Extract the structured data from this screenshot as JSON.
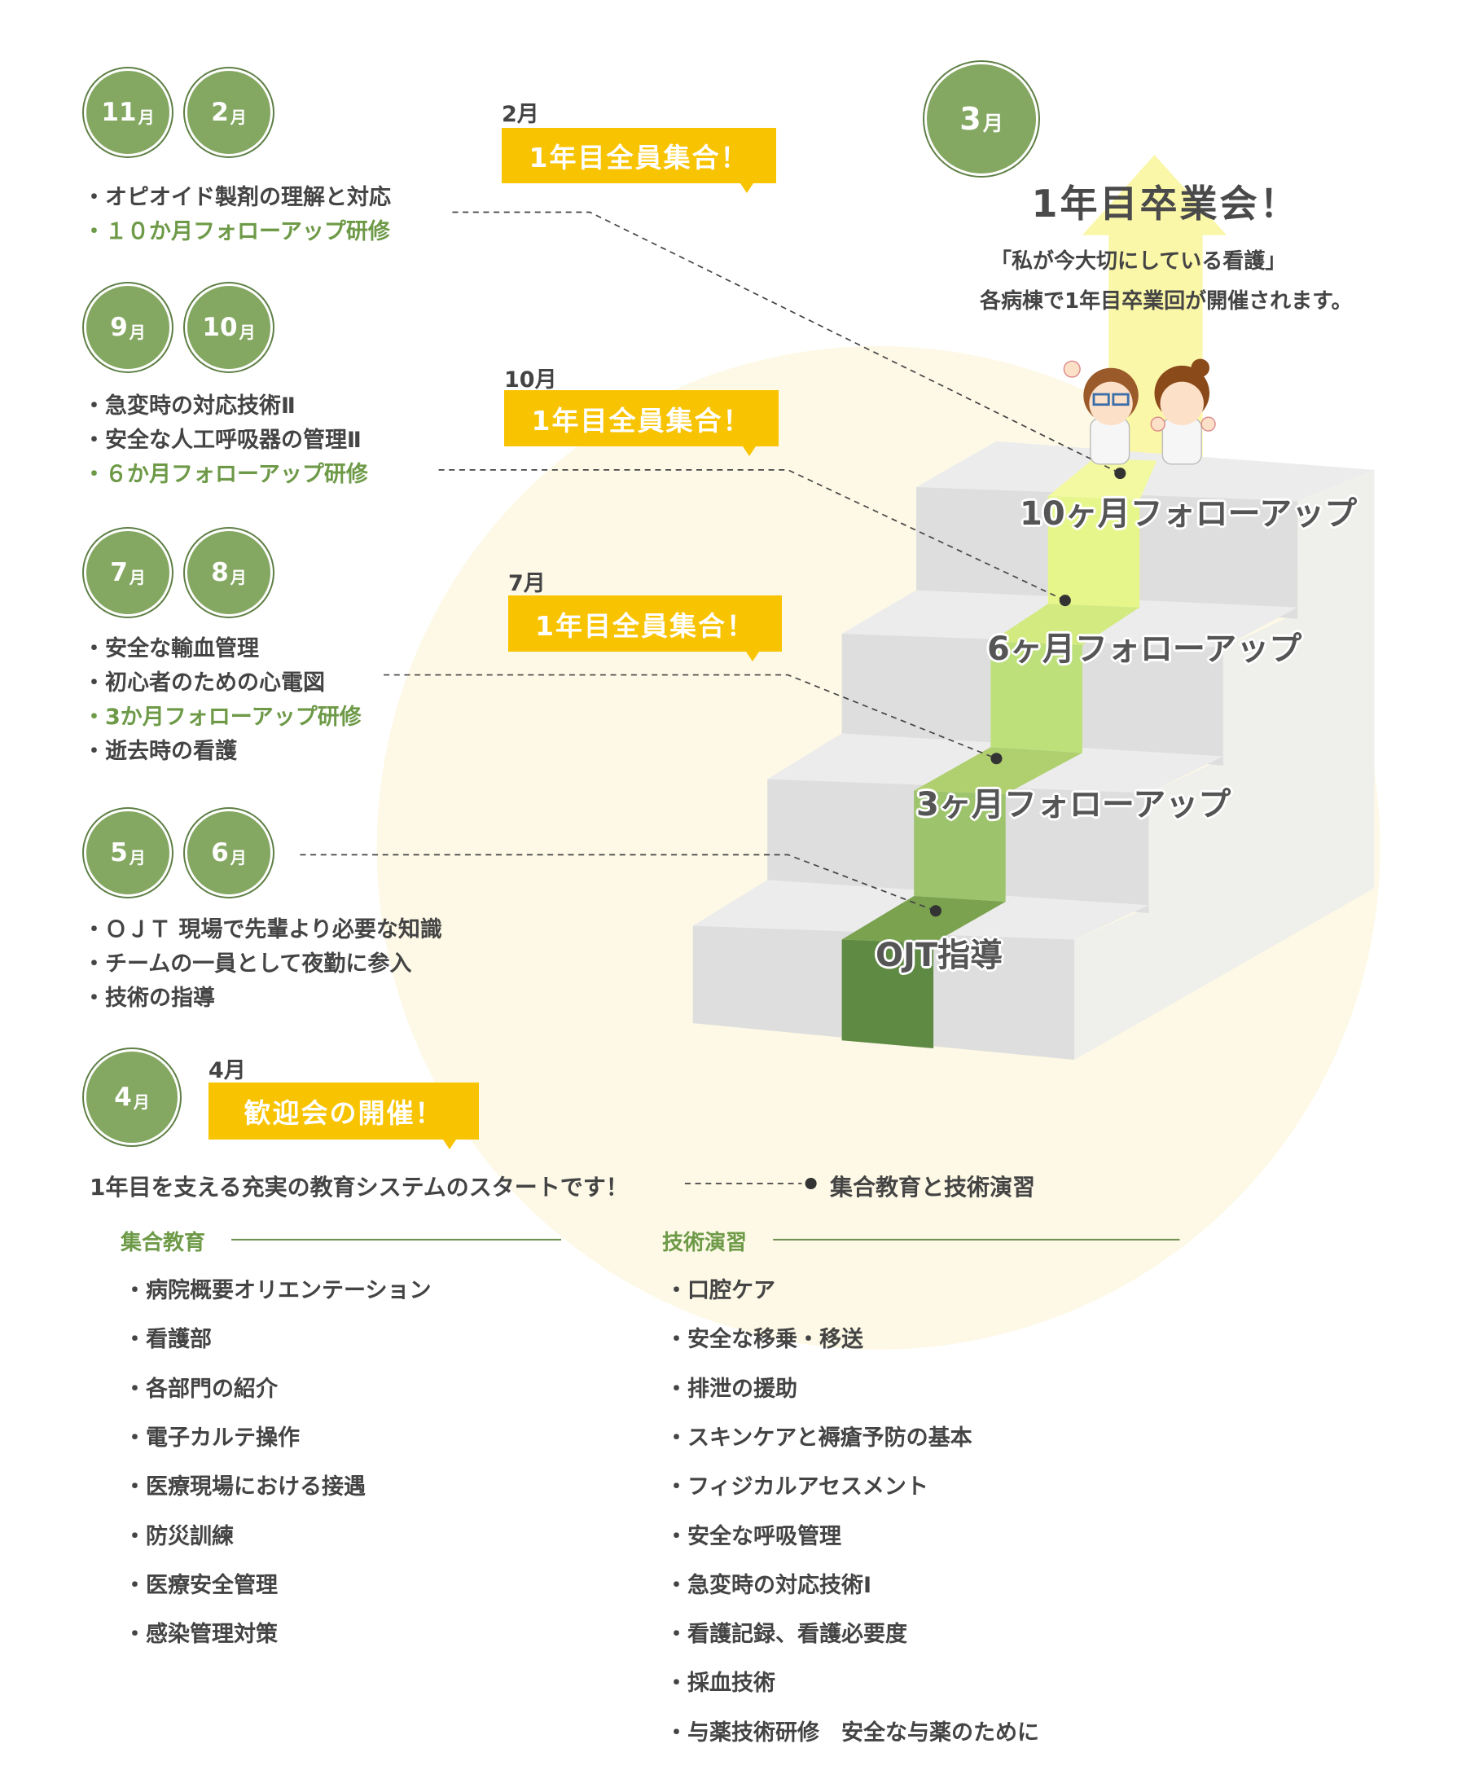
{
  "groups": [
    {
      "months": [
        "11",
        "2"
      ],
      "items": [
        {
          "text": "・オピオイド製剤の理解と対応",
          "highlight": false
        },
        {
          "text": "・１０か月フォローアップ研修",
          "highlight": true
        }
      ]
    },
    {
      "months": [
        "9",
        "10"
      ],
      "items": [
        {
          "text": "・急変時の対応技術Ⅱ",
          "highlight": false
        },
        {
          "text": "・安全な人工呼吸器の管理Ⅱ",
          "highlight": false
        },
        {
          "text": "・６か月フォローアップ研修",
          "highlight": true
        }
      ]
    },
    {
      "months": [
        "7",
        "8"
      ],
      "items": [
        {
          "text": "・安全な輸血管理",
          "highlight": false
        },
        {
          "text": "・初心者のための心電図",
          "highlight": false
        },
        {
          "text": "・3か月フォローアップ研修",
          "highlight": true
        },
        {
          "text": "・逝去時の看護",
          "highlight": false
        }
      ]
    },
    {
      "months": [
        "5",
        "6"
      ],
      "items": [
        {
          "text": "・ＯＪＴ 現場で先輩より必要な知識",
          "highlight": false
        },
        {
          "text": "・チームの一員として夜勤に参入",
          "highlight": false
        },
        {
          "text": "・技術の指導",
          "highlight": false
        }
      ]
    }
  ],
  "month_suffix": "月",
  "gatherings": [
    {
      "label": "2月",
      "title": "1年目全員集合！"
    },
    {
      "label": "10月",
      "title": "1年目全員集合！"
    },
    {
      "label": "7月",
      "title": "1年目全員集合！"
    }
  ],
  "april": {
    "month": "4",
    "label": "4月",
    "title": "歓迎会の開催！",
    "start_text": "1年目を支える充実の教育システムのスタートです！",
    "start_link": "集合教育と技術演習"
  },
  "graduation": {
    "month": "3",
    "title": "1年目卒業会！",
    "line1": "「私が今大切にしている看護」",
    "line2": "各病棟で1年目卒業回が開催されます。"
  },
  "stairs": [
    "10ヶ月フォローアップ",
    "6ヶ月フォローアップ",
    "3ヶ月フォローアップ",
    "OJT指導"
  ],
  "group_training": {
    "title": "集合教育",
    "items": [
      "・病院概要オリエンテーション",
      "・看護部",
      "・各部門の紹介",
      "・電子カルテ操作",
      "・医療現場における接遇",
      "・防災訓練",
      "・医療安全管理",
      "・感染管理対策"
    ]
  },
  "skills_training": {
    "title": "技術演習",
    "items": [
      "・口腔ケア",
      "・安全な移乗・移送",
      "・排泄の援助",
      "・スキンケアと褥瘡予防の基本",
      "・フィジカルアセスメント",
      "・安全な呼吸管理",
      "・急変時の対応技術Ⅰ",
      "・看護記録、看護必要度",
      "・採血技術",
      "・与薬技術研修　安全な与薬のために"
    ]
  },
  "colors": {
    "green": "#84a862",
    "yellow": "#f8c300",
    "text": "#444444",
    "highlight": "#6e9a48"
  }
}
